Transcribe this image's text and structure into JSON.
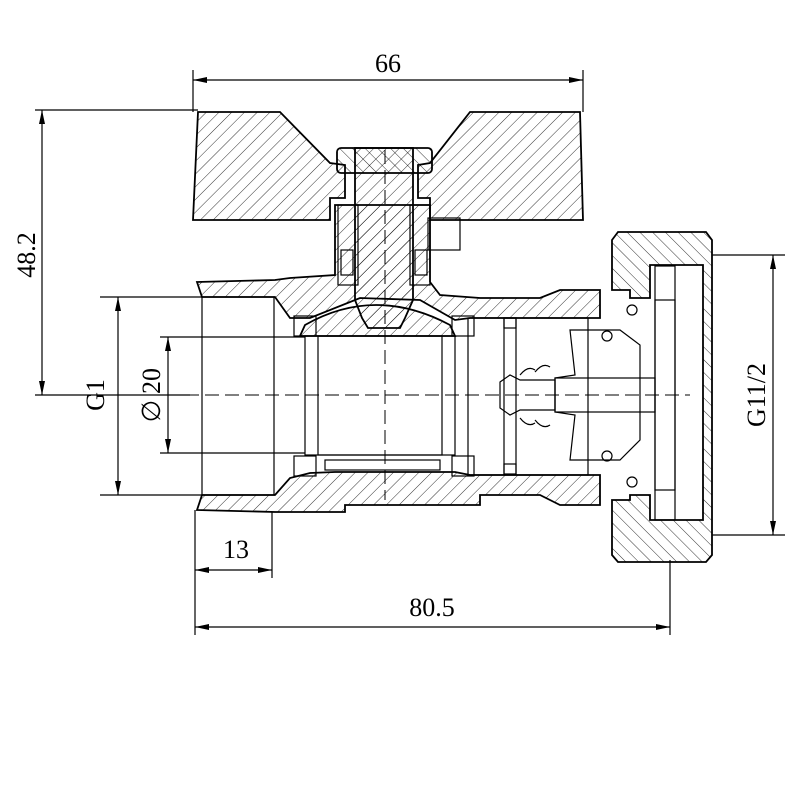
{
  "drawing": {
    "title": "Ball valve with union nut - sectional view",
    "dimensions": {
      "handle_width": "66",
      "height": "48.2",
      "inlet_thread": "G1",
      "bore_diameter": "20",
      "diameter_symbol": "∅",
      "thread_length": "13",
      "overall_length": "80.5",
      "outlet_thread": "G11/2"
    },
    "colors": {
      "line": "#000000",
      "background": "#ffffff"
    }
  }
}
